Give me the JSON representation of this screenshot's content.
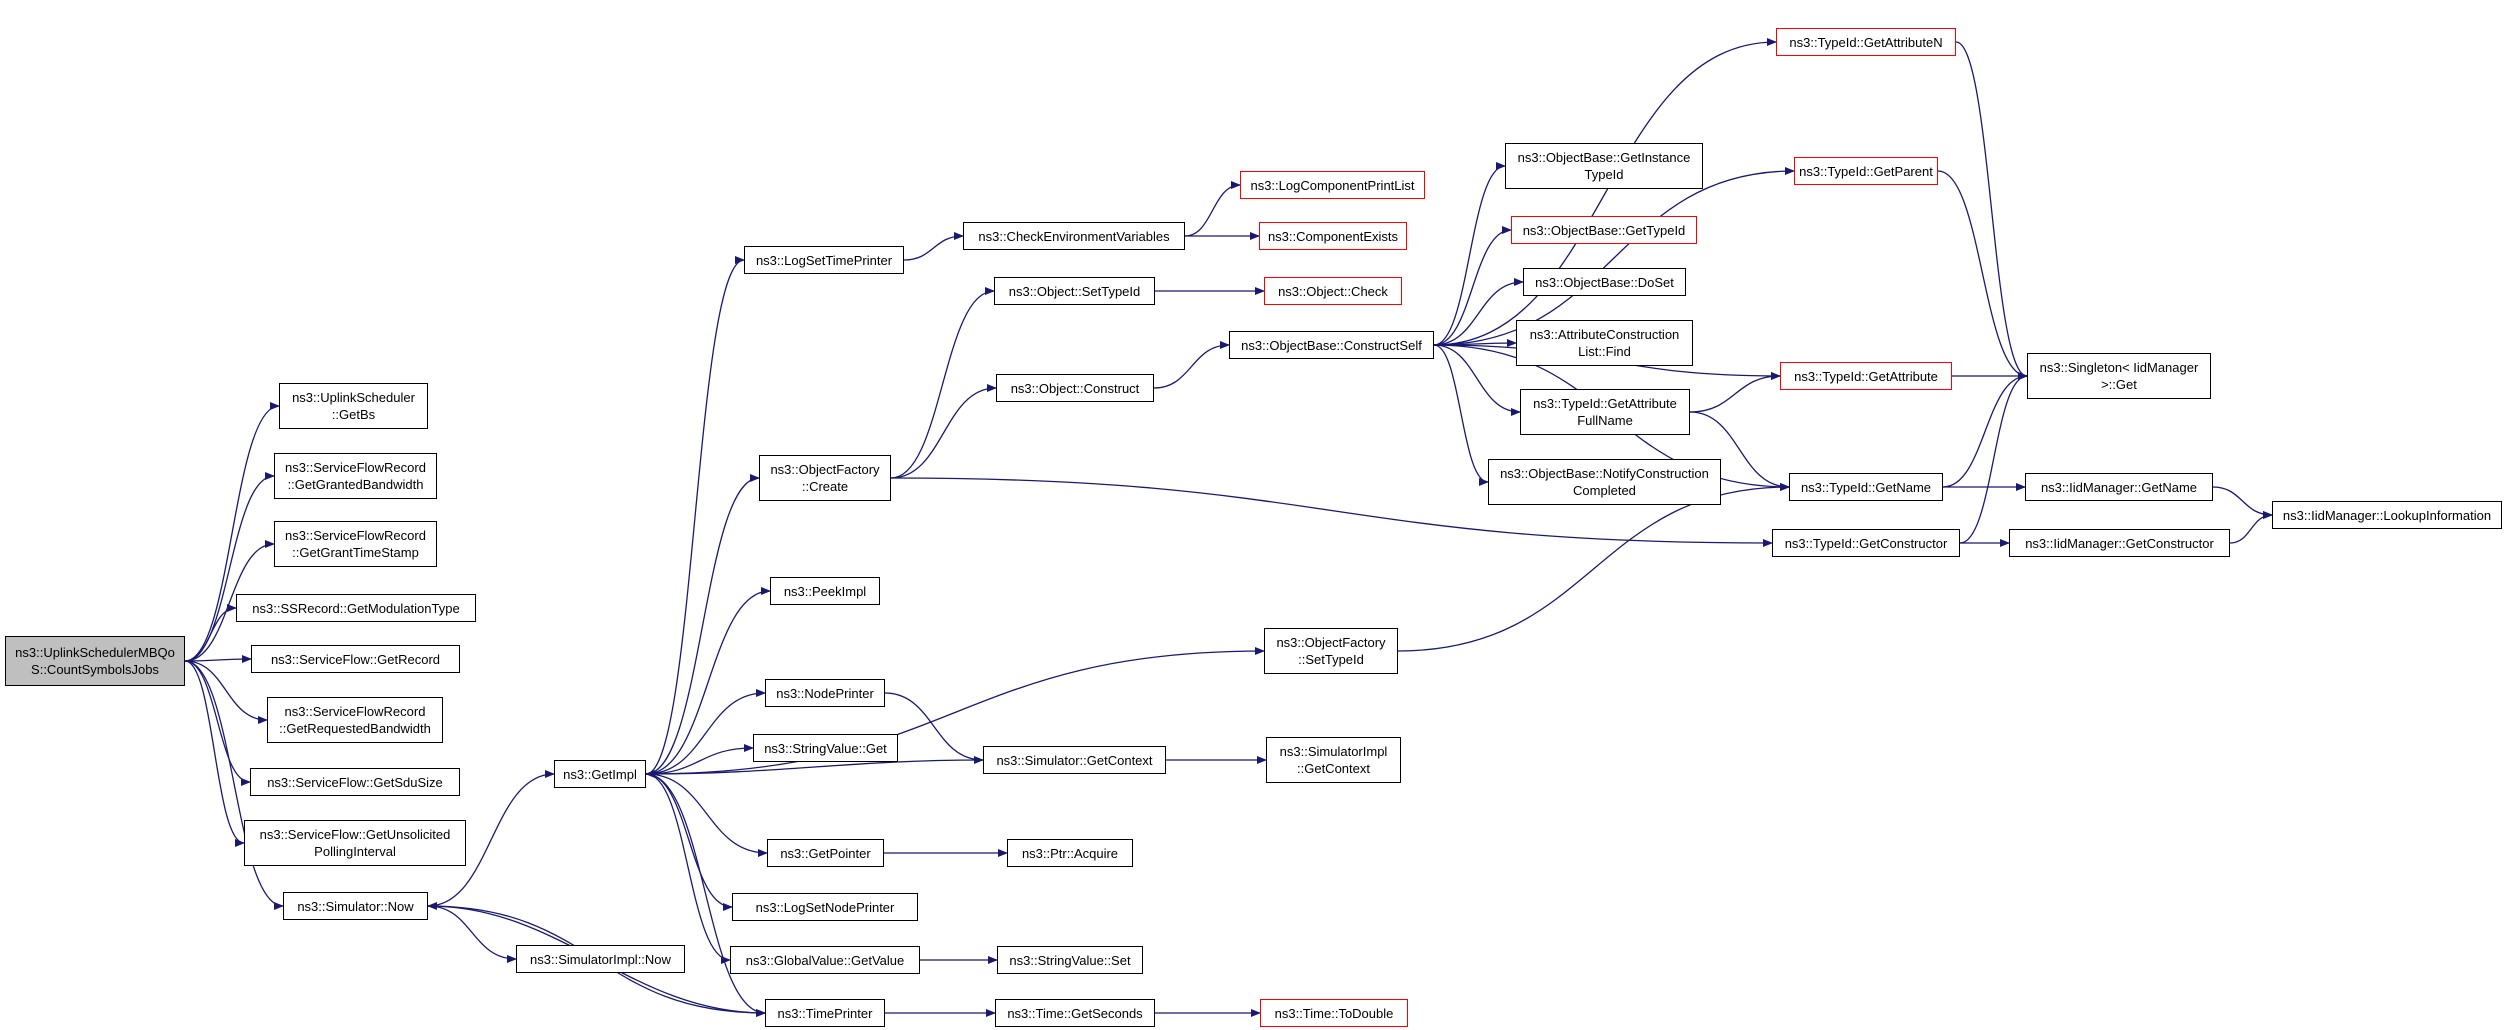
{
  "colors": {
    "edge": "#191970",
    "border": "#000000",
    "external_border": "#ff0000",
    "root_fill": "#bfbfbf"
  },
  "nodes": [
    {
      "id": "root",
      "label": "ns3::UplinkSchedulerMBQo\nS::CountSymbolsJobs",
      "root": true
    },
    {
      "id": "getbs",
      "label": "ns3::UplinkScheduler\n::GetBs"
    },
    {
      "id": "grantedbw",
      "label": "ns3::ServiceFlowRecord\n::GetGrantedBandwidth"
    },
    {
      "id": "granttime",
      "label": "ns3::ServiceFlowRecord\n::GetGrantTimeStamp"
    },
    {
      "id": "modtype",
      "label": "ns3::SSRecord::GetModulationType"
    },
    {
      "id": "getrecord",
      "label": "ns3::ServiceFlow::GetRecord"
    },
    {
      "id": "reqbw",
      "label": "ns3::ServiceFlowRecord\n::GetRequestedBandwidth"
    },
    {
      "id": "sdusize",
      "label": "ns3::ServiceFlow::GetSduSize"
    },
    {
      "id": "unsolicited",
      "label": "ns3::ServiceFlow::GetUnsolicited\nPollingInterval"
    },
    {
      "id": "simnow",
      "label": "ns3::Simulator::Now"
    },
    {
      "id": "getimpl",
      "label": "ns3::GetImpl"
    },
    {
      "id": "simimplnow",
      "label": "ns3::SimulatorImpl::Now"
    },
    {
      "id": "logsettime",
      "label": "ns3::LogSetTimePrinter"
    },
    {
      "id": "objfactcreate",
      "label": "ns3::ObjectFactory\n::Create"
    },
    {
      "id": "peekimpl",
      "label": "ns3::PeekImpl"
    },
    {
      "id": "nodeprinter",
      "label": "ns3::NodePrinter"
    },
    {
      "id": "strvalget",
      "label": "ns3::StringValue::Get"
    },
    {
      "id": "getpointer",
      "label": "ns3::GetPointer"
    },
    {
      "id": "logsetnode",
      "label": "ns3::LogSetNodePrinter"
    },
    {
      "id": "gvgetvalue",
      "label": "ns3::GlobalValue::GetValue"
    },
    {
      "id": "timeprinter",
      "label": "ns3::TimePrinter"
    },
    {
      "id": "checkenv",
      "label": "ns3::CheckEnvironmentVariables"
    },
    {
      "id": "objsettypeid",
      "label": "ns3::Object::SetTypeId"
    },
    {
      "id": "objconstruct",
      "label": "ns3::Object::Construct"
    },
    {
      "id": "objfactsettypeid",
      "label": "ns3::ObjectFactory\n::SetTypeId"
    },
    {
      "id": "simgetcontext",
      "label": "ns3::Simulator::GetContext"
    },
    {
      "id": "ptracquire",
      "label": "ns3::Ptr::Acquire"
    },
    {
      "id": "strvalset",
      "label": "ns3::StringValue::Set"
    },
    {
      "id": "timegetseconds",
      "label": "ns3::Time::GetSeconds"
    },
    {
      "id": "logcomplist",
      "label": "ns3::LogComponentPrintList",
      "external": true
    },
    {
      "id": "compexists",
      "label": "ns3::ComponentExists",
      "external": true
    },
    {
      "id": "objcheck",
      "label": "ns3::Object::Check",
      "external": true
    },
    {
      "id": "obconstructself",
      "label": "ns3::ObjectBase::ConstructSelf"
    },
    {
      "id": "simimplgetctx",
      "label": "ns3::SimulatorImpl\n::GetContext"
    },
    {
      "id": "timetodouble",
      "label": "ns3::Time::ToDouble",
      "external": true
    },
    {
      "id": "obgetinstance",
      "label": "ns3::ObjectBase::GetInstance\nTypeId"
    },
    {
      "id": "obgettypeid",
      "label": "ns3::ObjectBase::GetTypeId",
      "external": true
    },
    {
      "id": "obdoset",
      "label": "ns3::ObjectBase::DoSet"
    },
    {
      "id": "acfind",
      "label": "ns3::AttributeConstruction\nList::Find"
    },
    {
      "id": "tidgetattrfull",
      "label": "ns3::TypeId::GetAttribute\nFullName"
    },
    {
      "id": "obnotify",
      "label": "ns3::ObjectBase::NotifyConstruction\nCompleted"
    },
    {
      "id": "tidgetattrn",
      "label": "ns3::TypeId::GetAttributeN",
      "external": true
    },
    {
      "id": "tidgetparent",
      "label": "ns3::TypeId::GetParent",
      "external": true
    },
    {
      "id": "tidgetattr",
      "label": "ns3::TypeId::GetAttribute",
      "external": true
    },
    {
      "id": "tidgetname",
      "label": "ns3::TypeId::GetName"
    },
    {
      "id": "tidgetctor",
      "label": "ns3::TypeId::GetConstructor"
    },
    {
      "id": "singletonget",
      "label": "ns3::Singleton< IidManager\n >::Get"
    },
    {
      "id": "iidgetname",
      "label": "ns3::IidManager::GetName"
    },
    {
      "id": "iidgetctor",
      "label": "ns3::IidManager::GetConstructor"
    },
    {
      "id": "iidlookup",
      "label": "ns3::IidManager::LookupInformation"
    }
  ],
  "edges": [
    [
      "root",
      "getbs"
    ],
    [
      "root",
      "grantedbw"
    ],
    [
      "root",
      "granttime"
    ],
    [
      "root",
      "modtype"
    ],
    [
      "root",
      "getrecord"
    ],
    [
      "root",
      "reqbw"
    ],
    [
      "root",
      "sdusize"
    ],
    [
      "root",
      "unsolicited"
    ],
    [
      "root",
      "simnow"
    ],
    [
      "simnow",
      "getimpl"
    ],
    [
      "simnow",
      "simimplnow"
    ],
    [
      "simnow",
      "timeprinter"
    ],
    [
      "getimpl",
      "logsettime"
    ],
    [
      "getimpl",
      "objfactcreate"
    ],
    [
      "getimpl",
      "peekimpl"
    ],
    [
      "getimpl",
      "objfactsettypeid"
    ],
    [
      "getimpl",
      "nodeprinter"
    ],
    [
      "getimpl",
      "strvalget"
    ],
    [
      "getimpl",
      "getpointer"
    ],
    [
      "getimpl",
      "logsetnode"
    ],
    [
      "getimpl",
      "gvgetvalue"
    ],
    [
      "getimpl",
      "timeprinter"
    ],
    [
      "logsettime",
      "checkenv"
    ],
    [
      "checkenv",
      "logcomplist"
    ],
    [
      "checkenv",
      "compexists"
    ],
    [
      "objfactcreate",
      "objsettypeid"
    ],
    [
      "objfactcreate",
      "objconstruct"
    ],
    [
      "objfactcreate",
      "tidgetctor"
    ],
    [
      "objsettypeid",
      "objcheck"
    ],
    [
      "objconstruct",
      "obconstructself"
    ],
    [
      "obconstructself",
      "tidgetattrn"
    ],
    [
      "obconstructself",
      "tidgetparent"
    ],
    [
      "obconstructself",
      "tidgetattr"
    ],
    [
      "obconstructself",
      "obgetinstance"
    ],
    [
      "obconstructself",
      "obgettypeid"
    ],
    [
      "obconstructself",
      "obdoset"
    ],
    [
      "obconstructself",
      "acfind"
    ],
    [
      "obconstructself",
      "tidgetattrfull"
    ],
    [
      "obconstructself",
      "obnotify"
    ],
    [
      "obconstructself",
      "tidgetname"
    ],
    [
      "tidgetattrfull",
      "tidgetattr"
    ],
    [
      "tidgetattrfull",
      "tidgetname"
    ],
    [
      "tidgetattrn",
      "singletonget"
    ],
    [
      "tidgetparent",
      "singletonget"
    ],
    [
      "tidgetattr",
      "singletonget"
    ],
    [
      "tidgetname",
      "singletonget"
    ],
    [
      "tidgetname",
      "iidgetname"
    ],
    [
      "tidgetctor",
      "singletonget"
    ],
    [
      "tidgetctor",
      "iidgetctor"
    ],
    [
      "iidgetname",
      "iidlookup"
    ],
    [
      "iidgetctor",
      "iidlookup"
    ],
    [
      "objfactsettypeid",
      "tidgetname"
    ],
    [
      "nodeprinter",
      "simgetcontext"
    ],
    [
      "simgetcontext",
      "getimpl"
    ],
    [
      "simgetcontext",
      "simimplgetctx"
    ],
    [
      "getpointer",
      "ptracquire"
    ],
    [
      "gvgetvalue",
      "strvalset"
    ],
    [
      "timeprinter",
      "timegetseconds"
    ],
    [
      "timeprinter",
      "simnow"
    ],
    [
      "timegetseconds",
      "timetodouble"
    ]
  ]
}
